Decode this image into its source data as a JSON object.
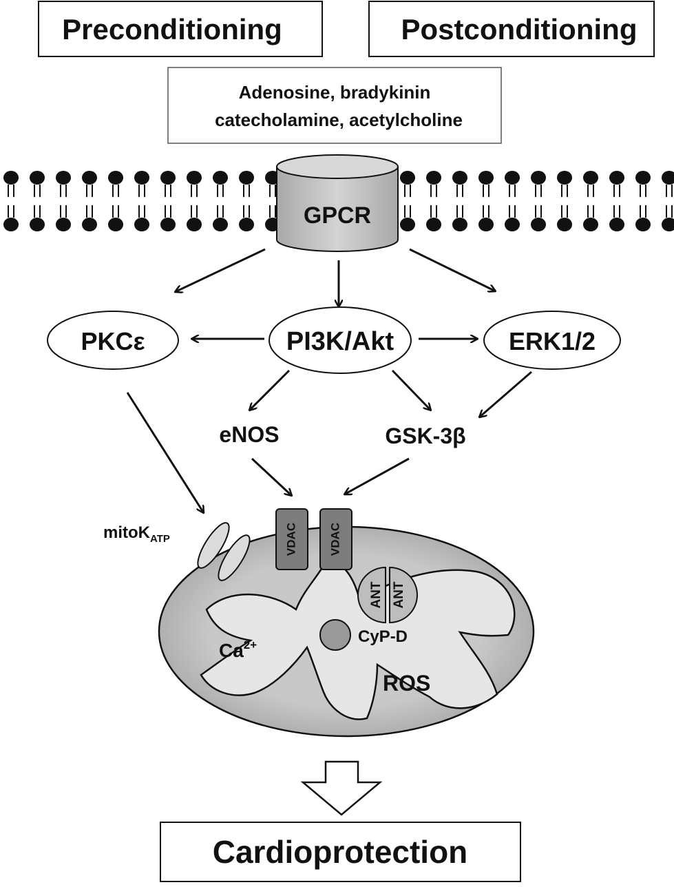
{
  "top_boxes": {
    "preconditioning": "Preconditioning",
    "postconditioning": "Postconditioning"
  },
  "ligands": {
    "line1": "Adenosine, bradykinin",
    "line2": "catecholamine, acetylcholine"
  },
  "receptor": "GPCR",
  "kinases": {
    "pkc": "PKCε",
    "pi3k": "PI3K/Akt",
    "erk": "ERK1/2"
  },
  "effectors": {
    "enos": "eNOS",
    "gsk": "GSK-3β"
  },
  "mitochondrion": {
    "mitok_base": "mitoK",
    "mitok_sub": "ATP",
    "vdac": "VDAC",
    "ant": "ANT",
    "cypd": "CyP-D",
    "ca_base": "Ca",
    "ca_sup": "2+",
    "ros": "ROS"
  },
  "outcome": "Cardioprotection",
  "colors": {
    "stroke": "#111111",
    "matrix": "#e6e6e6",
    "outer_membrane": "#b8b8b8",
    "gpcr_fill": "#c4c4c4",
    "vdac_fill": "#7c7c7c",
    "ant_fill": "#bdbdbd",
    "cypd_fill": "#9a9a9a",
    "mitok_fill": "#dcdcdc"
  }
}
